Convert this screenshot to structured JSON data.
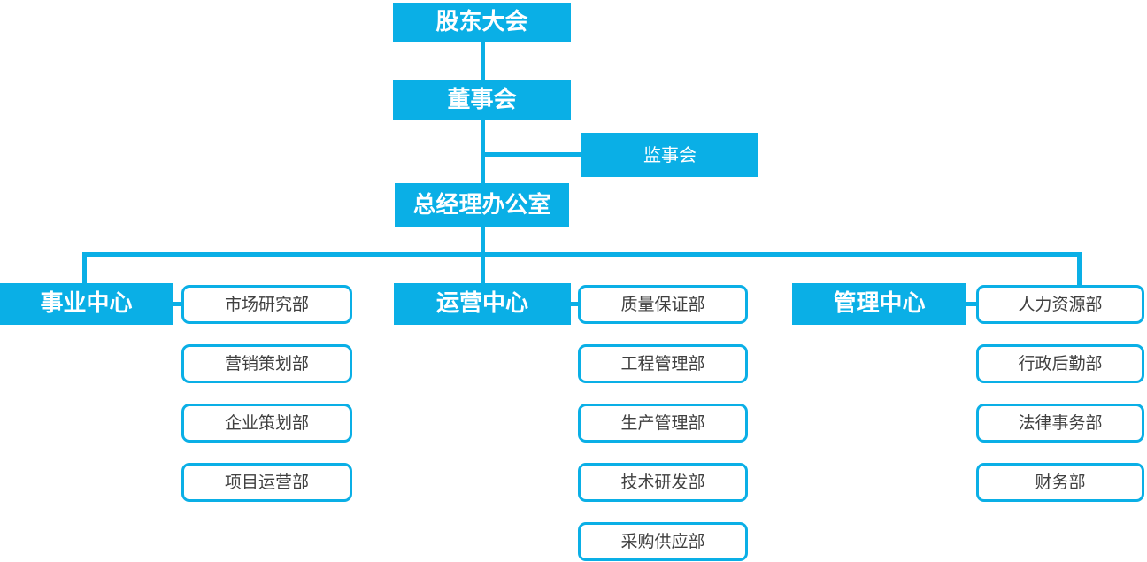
{
  "org_chart": {
    "type": "organization-chart",
    "accent_color": "#0aafe6",
    "dept_text_color": "#404040",
    "top_nodes": {
      "shareholders_meeting": "股东大会",
      "board_of_directors": "董事会",
      "supervisory_board": "监事会",
      "gm_office": "总经理办公室"
    },
    "centers": [
      {
        "label": "事业中心",
        "departments": [
          "市场研究部",
          "营销策划部",
          "企业策划部",
          "项目运营部"
        ]
      },
      {
        "label": "运营中心",
        "departments": [
          "质量保证部",
          "工程管理部",
          "生产管理部",
          "技术研发部",
          "采购供应部"
        ]
      },
      {
        "label": "管理中心",
        "departments": [
          "人力资源部",
          "行政后勤部",
          "法律事务部",
          "财务部"
        ]
      }
    ],
    "hierarchy": [
      {
        "parent": "股东大会",
        "child": "董事会"
      },
      {
        "parent": "董事会",
        "child": "监事会"
      },
      {
        "parent": "董事会",
        "child": "总经理办公室"
      },
      {
        "parent": "总经理办公室",
        "child": "事业中心"
      },
      {
        "parent": "总经理办公室",
        "child": "运营中心"
      },
      {
        "parent": "总经理办公室",
        "child": "管理中心"
      }
    ]
  }
}
